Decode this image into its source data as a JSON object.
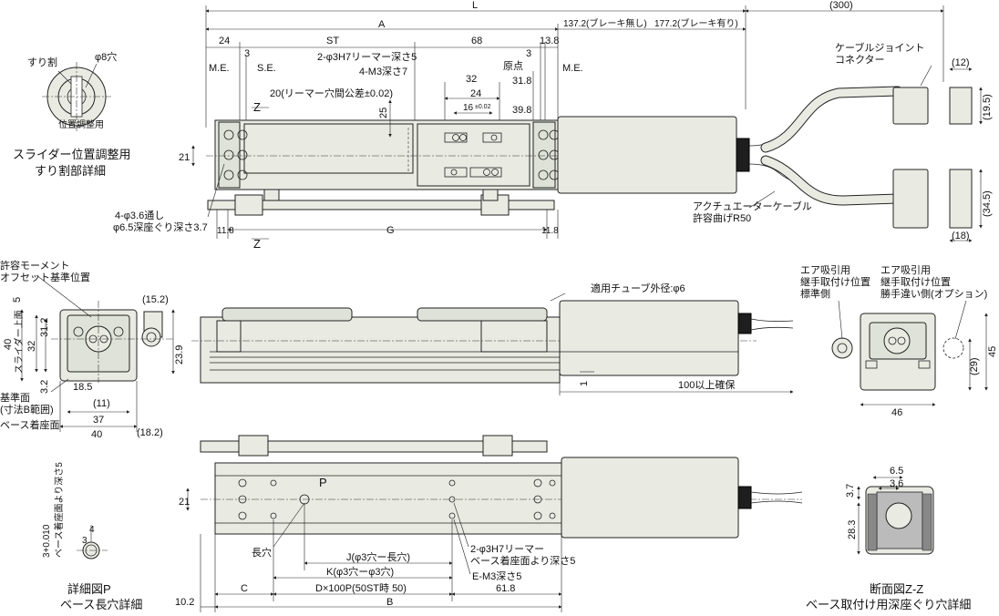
{
  "labels": {
    "L": "L",
    "A": "A",
    "brake_none": "137.2(ブレーキ無し)",
    "brake_yes": "177.2(ブレーキ有り)",
    "d300": "(300)",
    "d24": "24",
    "ST": "ST",
    "d68": "68",
    "d3a": "3",
    "d3b": "3",
    "d13_8": "13.8",
    "ME_left": "M.E.",
    "SE": "S.E.",
    "reamer": "2-φ3H7リーマー深さ5",
    "m3_7": "4-M3深さ7",
    "origin": "原点",
    "ME_right": "M.E.",
    "d20": "20(リーマー穴間公差±0.02)",
    "d32": "32",
    "d31_8": "31.8",
    "d24b": "24",
    "d16": "16",
    "tol16": "±0.02",
    "d39_8": "39.8",
    "d25": "25",
    "d21": "21",
    "Z_top": "Z",
    "Z_bot": "Z",
    "through": "4-φ3.6通し",
    "counterbore": "φ6.5深座ぐり深さ3.7",
    "d11_8a": "11.8",
    "G": "G",
    "d11_8b": "11.8",
    "cable_joint": "ケーブルジョイント",
    "connector": "コネクター",
    "d12": "(12)",
    "d19_5": "(19.5)",
    "d34_5": "(34.5)",
    "d18": "(18)",
    "act_cable": "アクチュエーターケーブル",
    "bend_r": "許容曲げR50",
    "slit": "すり割",
    "phi8": "φ8穴",
    "pos_adjust": "位置調整用",
    "detail_slider_1": "スライダー位置調整用",
    "detail_slider_2": "すり割部詳細",
    "moment_1": "許容モーメント",
    "moment_2": "オフセット基準位置",
    "d5": "5",
    "d31_2": "31.2",
    "d40": "40",
    "d32b": "32",
    "slider_top": "スライダー上面",
    "d15_2": "(15.2)",
    "d23_9": "23.9",
    "d3_2": "3.2",
    "d18_5": "18.5",
    "d11": "(11)",
    "d37": "37",
    "d40b": "40",
    "d18_2": "(18.2)",
    "ref_face": "基準面",
    "ref_range": "(寸法B範囲)",
    "base_seat": "ベース着座面",
    "tube": "適用チューブ外径:φ6",
    "d1": "1",
    "d100": "100以上確保",
    "air1_1": "エア吸引用",
    "air1_2": "継手取付け位置",
    "air1_3": "標準側",
    "air2_1": "エア吸引用",
    "air2_2": "継手取付け位置",
    "air2_3": "勝手違い側(オプション)",
    "d45": "45",
    "d29": "(29)",
    "d46": "46",
    "d21b": "21",
    "P": "P",
    "slot": "長穴",
    "J": "J(φ3穴ー長穴)",
    "K": "K(φ3穴ーφ3穴)",
    "DxP": "D×100P(50ST時 50)",
    "reamer2_1": "2-φ3H7リーマー",
    "reamer2_2": "ベース着座面より深さ5",
    "m3_5": "E-M3深さ5",
    "C": "C",
    "d61_8": "61.8",
    "d10_2": "10.2",
    "B": "B",
    "slot_tol": "3+0.010",
    "slot_depth": "ベース着座面より深さ5",
    "d3c": "3",
    "d4": "4",
    "detailP_1": "詳細図P",
    "detailP_2": "ベース長穴詳細",
    "d6_5": "6.5",
    "d3_6": "3.6",
    "d3_7": "3.7",
    "d28_3": "28.3",
    "section_1": "断面図Z-Z",
    "section_2": "ベース取付け用深座ぐり穴詳細"
  }
}
